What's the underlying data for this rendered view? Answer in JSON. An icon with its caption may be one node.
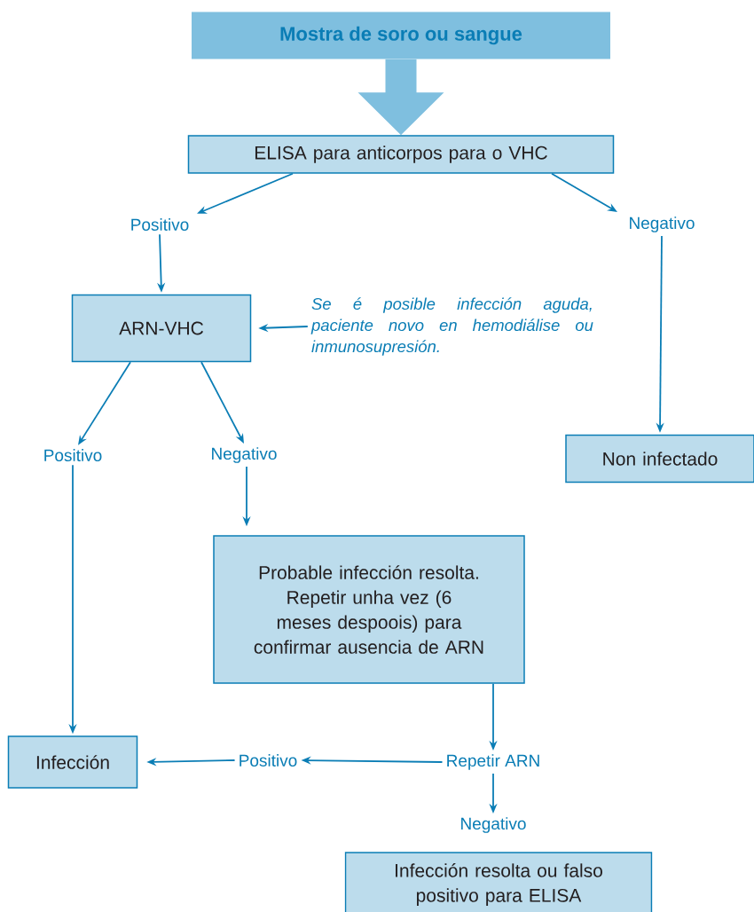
{
  "diagram": {
    "nodes": [
      {
        "text": [
          "Mostra de soro ou sangue"
        ]
      },
      {
        "text": [
          "ELISA para anticorpos para o VHC"
        ]
      },
      {
        "text": [
          "Positivo"
        ]
      },
      {
        "text": [
          "Negativo"
        ]
      },
      {
        "text": [
          "ARN-VHC"
        ]
      },
      {
        "text": [
          "Se é posible infección aguda, paciente novo en hemodiálise ou inmunosupresión."
        ]
      },
      {
        "text": [
          "Positivo"
        ]
      },
      {
        "text": [
          "Negativo"
        ]
      },
      {
        "text": [
          "Non infectado"
        ]
      },
      {
        "text": [
          "Probable infección resolta. Repetir unha vez (6 meses despoois) para confirmar ausencia de ARN"
        ]
      },
      {
        "text": [
          "Infección"
        ]
      },
      {
        "text": [
          "Positivo"
        ]
      },
      {
        "text": [
          "Repetir ARN"
        ]
      },
      {
        "text": [
          "Negativo"
        ]
      },
      {
        "text": [
          "Infección resolta ou falso positivo para ELISA"
        ]
      }
    ],
    "edges": [
      {
        "from": 0,
        "to": 1,
        "arrow": "to",
        "style": "thick",
        "color": "#7fbfdf"
      },
      {
        "from": 1,
        "to": 2,
        "arrow": "to"
      },
      {
        "from": 1,
        "to": 3,
        "arrow": "to"
      },
      {
        "from": 2,
        "to": 4,
        "arrow": "to"
      },
      {
        "from": 5,
        "to": 4,
        "arrow": "to"
      },
      {
        "from": 4,
        "to": 6,
        "arrow": "to"
      },
      {
        "from": 4,
        "to": 7,
        "arrow": "to"
      },
      {
        "from": 3,
        "to": 8,
        "arrow": "to"
      },
      {
        "from": 6,
        "to": 10,
        "arrow": "to"
      },
      {
        "from": 7,
        "to": 9,
        "arrow": "to"
      },
      {
        "from": 9,
        "to": 12,
        "arrow": "to"
      },
      {
        "from": 12,
        "to": 11,
        "arrow": "to"
      },
      {
        "from": 11,
        "to": 10,
        "arrow": "to"
      },
      {
        "from": 12,
        "to": 13,
        "arrow": "to"
      }
    ]
  }
}
